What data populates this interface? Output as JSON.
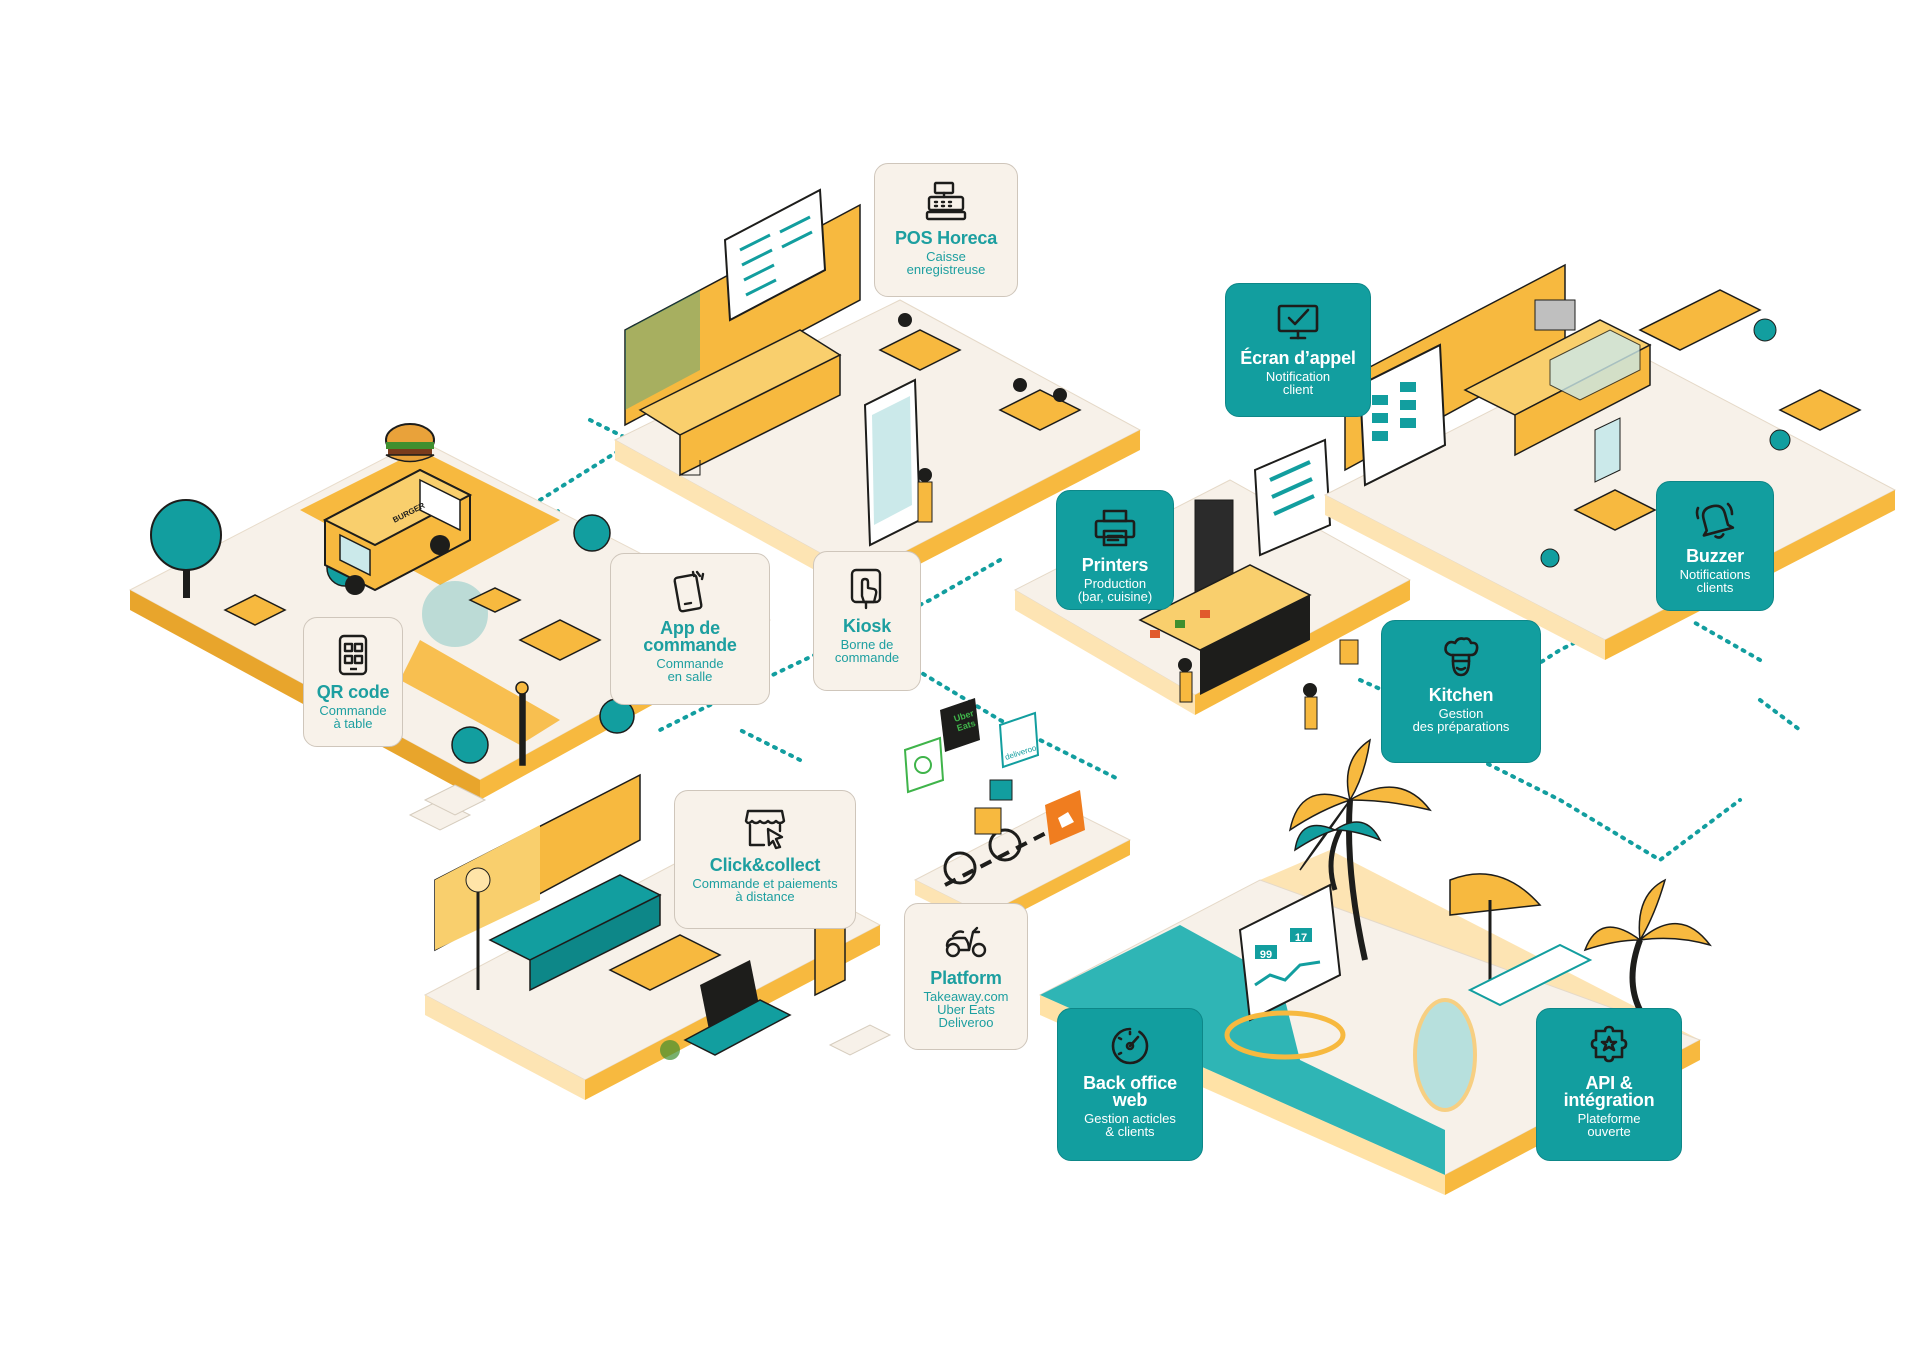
{
  "colors": {
    "teal": "#129e9f",
    "teal_dark": "#0d8788",
    "yellow": "#f4b942",
    "cream": "#f7f1e9",
    "sand": "#fde4b3",
    "ink": "#1d1d1b",
    "water": "#2fb5b5"
  },
  "cards": {
    "pos": {
      "title": "POS Horeca",
      "sub": "Caisse\nenregistreuse",
      "icon": "cash-register-icon"
    },
    "ecran": {
      "title": "Écran d’appel",
      "sub": "Notification\nclient",
      "icon": "monitor-check-icon"
    },
    "qr": {
      "title": "QR code",
      "sub": "Commande\nà table",
      "icon": "qr-code-icon"
    },
    "app": {
      "title": "App de\ncommande",
      "sub": "Commande\nen salle",
      "icon": "smartphone-tap-icon"
    },
    "kiosk": {
      "title": "Kiosk",
      "sub": "Borne de\ncommande",
      "icon": "kiosk-touch-icon"
    },
    "printers": {
      "title": "Printers",
      "sub": "Production\n(bar, cuisine)",
      "icon": "printer-icon"
    },
    "buzzer": {
      "title": "Buzzer",
      "sub": "Notifications\nclients",
      "icon": "bell-icon"
    },
    "kitchen": {
      "title": "Kitchen",
      "sub": "Gestion\ndes préparations",
      "icon": "chef-icon"
    },
    "click": {
      "title": "Click&collect",
      "sub": "Commande et paiements\nà distance",
      "icon": "shop-click-icon"
    },
    "platform": {
      "title": "Platform",
      "sub": "Takeaway.com\nUber Eats\nDeliveroo",
      "icon": "scooter-icon"
    },
    "backoffice": {
      "title": "Back office\nweb",
      "sub": "Gestion acticles\n& clients",
      "icon": "dashboard-gauge-icon"
    },
    "api": {
      "title": "API &\nintégration",
      "sub": "Plateforme\nouverte",
      "icon": "puzzle-star-icon"
    }
  },
  "scene_labels": {
    "foodtruck_sign": "BURGER",
    "uber_eats": "Uber\nEats",
    "deliveroo": "deliveroo"
  },
  "dashboard_numbers": [
    "99",
    "17"
  ]
}
